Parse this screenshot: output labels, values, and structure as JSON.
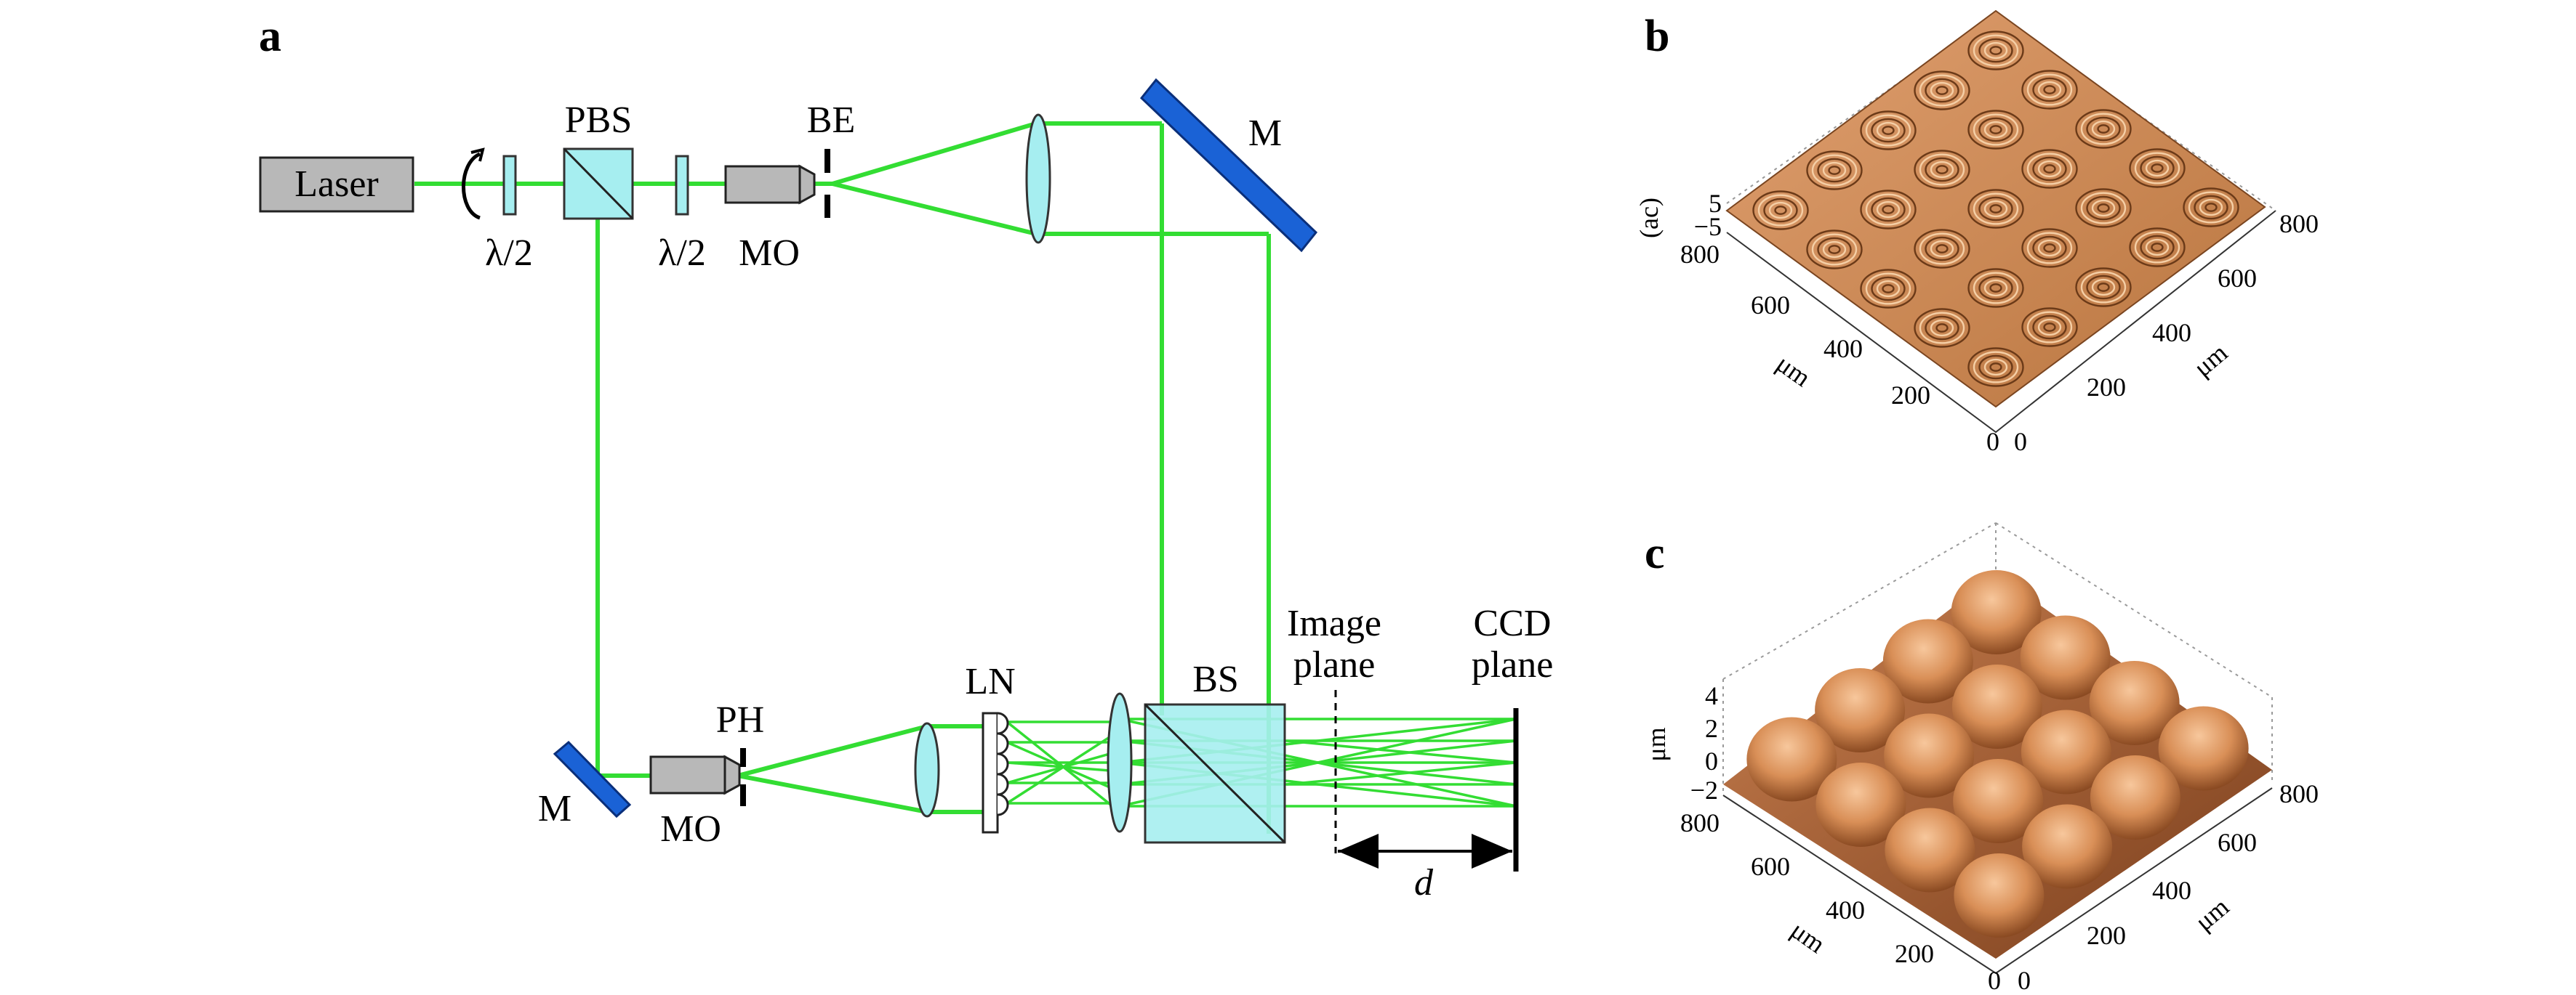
{
  "panels": {
    "a": {
      "letter": "a",
      "labels": {
        "laser": "Laser",
        "pbs": "PBS",
        "be": "BE",
        "m_top": "M",
        "half_wave_1": "λ/2",
        "half_wave_2": "λ/2",
        "mo_top": "MO",
        "ph": "PH",
        "mo_bottom": "MO",
        "m_bottom": "M",
        "ln": "LN",
        "bs": "BS",
        "image_plane_1": "Image",
        "image_plane_2": "plane",
        "ccd_plane_1": "CCD",
        "ccd_plane_2": "plane",
        "d": "d"
      },
      "colors": {
        "beam": "#33dd33",
        "glass": "#a6eef0",
        "mirror": "#1a62d6",
        "component_grey": "#b8b8b8"
      }
    },
    "b": {
      "letter": "b",
      "z_label": "(ac)",
      "z_ticks": [
        "5",
        "−5"
      ],
      "left_ticks": [
        "800",
        "600",
        "400",
        "200",
        "0"
      ],
      "right_ticks": [
        "0",
        "200",
        "400",
        "600",
        "800"
      ],
      "left_unit": "μm",
      "right_unit": "μm",
      "surface_color": "#c98a56"
    },
    "c": {
      "letter": "c",
      "z_label": "μm",
      "z_ticks": [
        "4",
        "2",
        "0",
        "−2"
      ],
      "left_ticks": [
        "800",
        "600",
        "400",
        "200",
        "0"
      ],
      "right_ticks": [
        "0",
        "200",
        "400",
        "600",
        "800"
      ],
      "left_unit": "μm",
      "right_unit": "μm",
      "surface_color": "#d98f57"
    }
  }
}
